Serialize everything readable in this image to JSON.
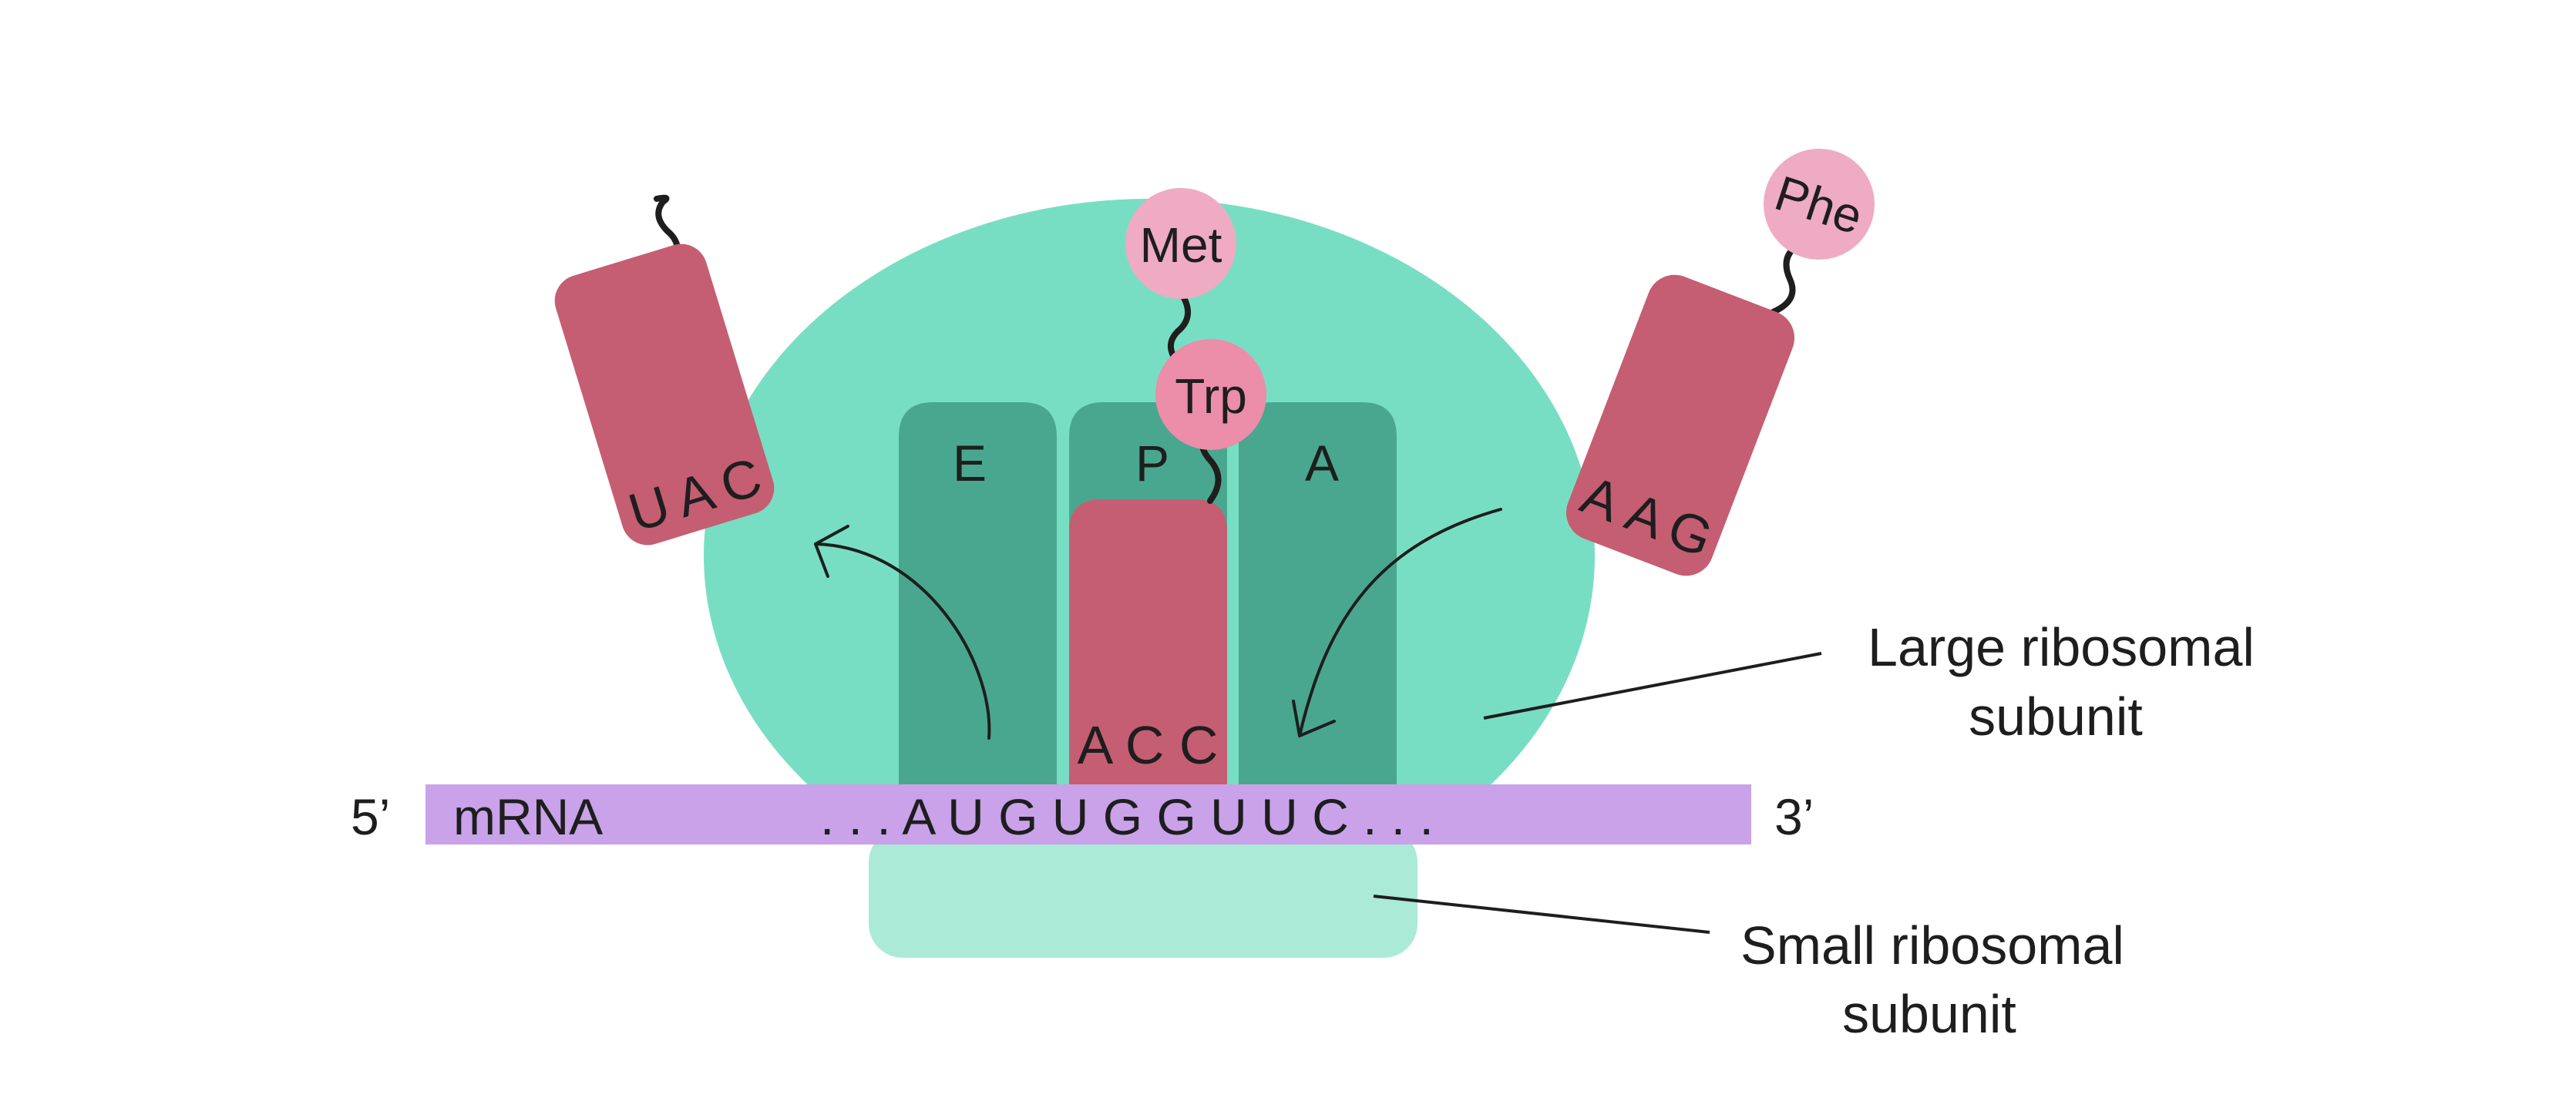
{
  "colors": {
    "large_subunit": "#78DEC3",
    "small_subunit": "#AAEAD6",
    "site_slot": "#4AA78F",
    "trna": "#C55E72",
    "met": "#EEABC3",
    "trp": "#EC8DA9",
    "phe": "#EEABC3",
    "mrna": "#C9A2E9",
    "line": "#1e1e1e"
  },
  "ribosome": {
    "sites": [
      "E",
      "P",
      "A"
    ]
  },
  "mrna": {
    "five_prime": "5’",
    "three_prime": "3’",
    "label": "mRNA",
    "sequence": ". . . A U G U G G U U C . . ."
  },
  "trna": {
    "exiting": {
      "anticodon": [
        "U",
        "A",
        "C"
      ]
    },
    "p_site": {
      "anticodon": "A C C"
    },
    "incoming": {
      "anticodon": [
        "A",
        "A",
        "G"
      ]
    }
  },
  "amino_acids": {
    "met": "Met",
    "trp": "Trp",
    "phe": "Phe"
  },
  "labels": {
    "large_line1": "Large ribosomal",
    "large_line2": "subunit",
    "small_line1": "Small ribosomal",
    "small_line2": "subunit"
  }
}
